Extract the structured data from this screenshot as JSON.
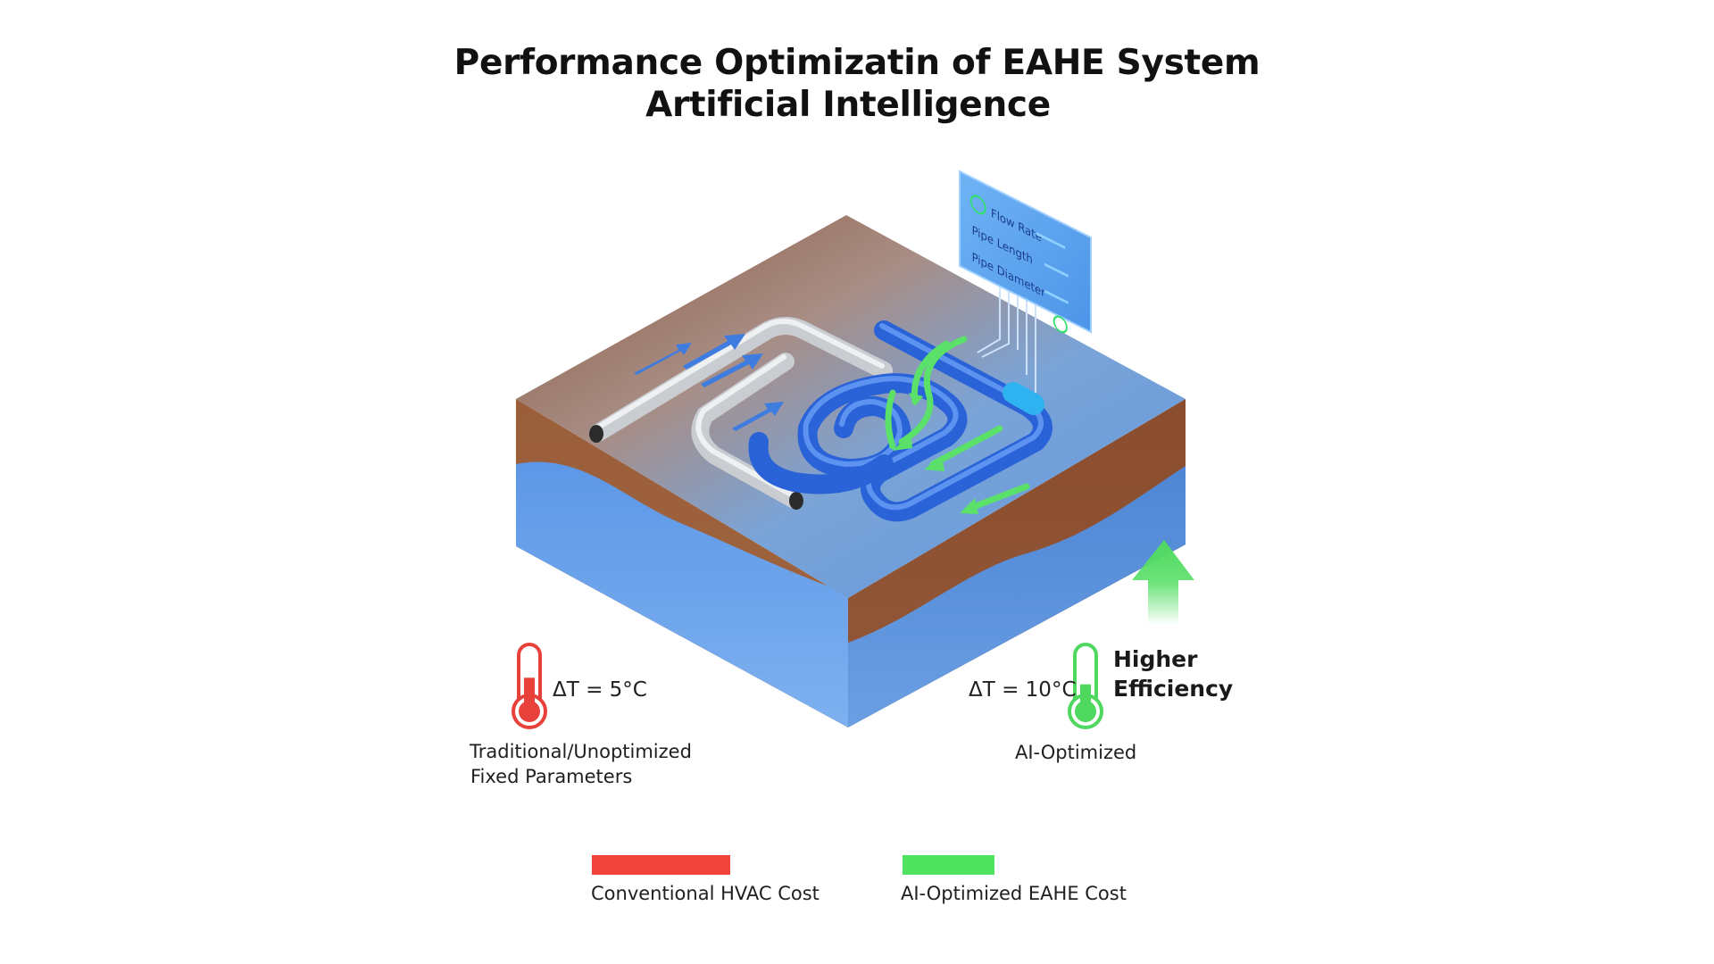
{
  "title": {
    "line1": "Performance Optimizatin of EAHE System",
    "line2": "Artificial Intelligence"
  },
  "panel": {
    "items": [
      "Flow Rate",
      "Pipe Length",
      "Pipe Diameter"
    ]
  },
  "left": {
    "delta_t": "ΔT = 5°C",
    "caption_line1": "Traditional/Unoptimized",
    "caption_line2": "Fixed Parameters",
    "thermo_level": 0.55
  },
  "right": {
    "delta_t": "ΔT = 10°C",
    "efficiency_line1": "Higher",
    "efficiency_line2": "Efficiency",
    "caption": "AI-Optimized",
    "thermo_level": 0.45
  },
  "legend": {
    "items": [
      {
        "label": "Conventional HVAC Cost",
        "color": "#f0443a"
      },
      {
        "label": "AI-Optimized EAHE Cost",
        "color": "#4fe35f"
      }
    ]
  },
  "colors": {
    "soil": "#9a5a35",
    "water": "#6aa3e8",
    "optimized_pipe": "#2d68e0",
    "unoptimized_pipe": "#cfd3d8",
    "arrow_green": "#5be06a",
    "arrow_blue": "#3f7ce0"
  }
}
